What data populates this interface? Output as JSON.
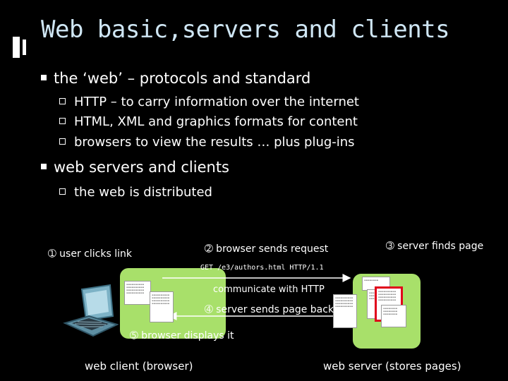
{
  "slide": {
    "title": "Web basic,servers and clients",
    "bullets": [
      {
        "text": "the ‘web’ – protocols and standard",
        "sub": [
          "HTTP – to carry information over the internet",
          "HTML, XML and graphics formats for content",
          "browsers to view the results … plus plug-ins"
        ]
      },
      {
        "text": "web servers and clients",
        "sub": [
          "the web is distributed"
        ]
      }
    ]
  },
  "diagram": {
    "step1": "➀ user clicks link",
    "step2": "➁ browser sends request",
    "step3": "➂ server finds page",
    "request_line": "GET /e3/authors.html HTTP/1.1",
    "communicate": "communicate with HTTP",
    "step4": "➃ server sends page back",
    "step5": "➄ browser displays it",
    "client_label": "web client (browser)",
    "server_label": "web server (stores pages)"
  },
  "colors": {
    "title": "#cfe6f4",
    "background": "#000000",
    "panel_green": "#a8e06a",
    "highlight": "#e0001b"
  }
}
